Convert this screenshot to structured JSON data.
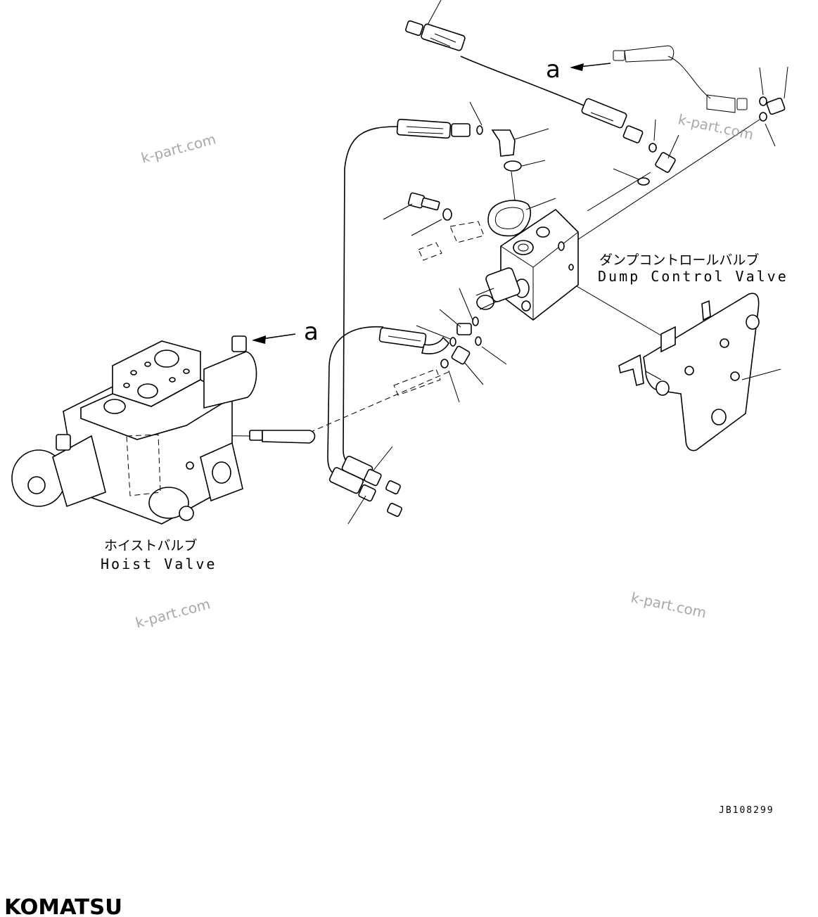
{
  "diagram": {
    "dump_control_valve": {
      "label_jp": "ダンプコントロールバルブ",
      "label_en": "Dump Control Valve"
    },
    "hoist_valve": {
      "label_jp": "ホイストバルブ",
      "label_en": "Hoist Valve"
    },
    "reference_marks": {
      "top": "a",
      "left": "a"
    },
    "watermarks": [
      "k-part.com",
      "k-part.com",
      "k-part.com",
      "k-part.com"
    ],
    "drawing_number": "JB108299",
    "brand": "KOMATSU"
  }
}
